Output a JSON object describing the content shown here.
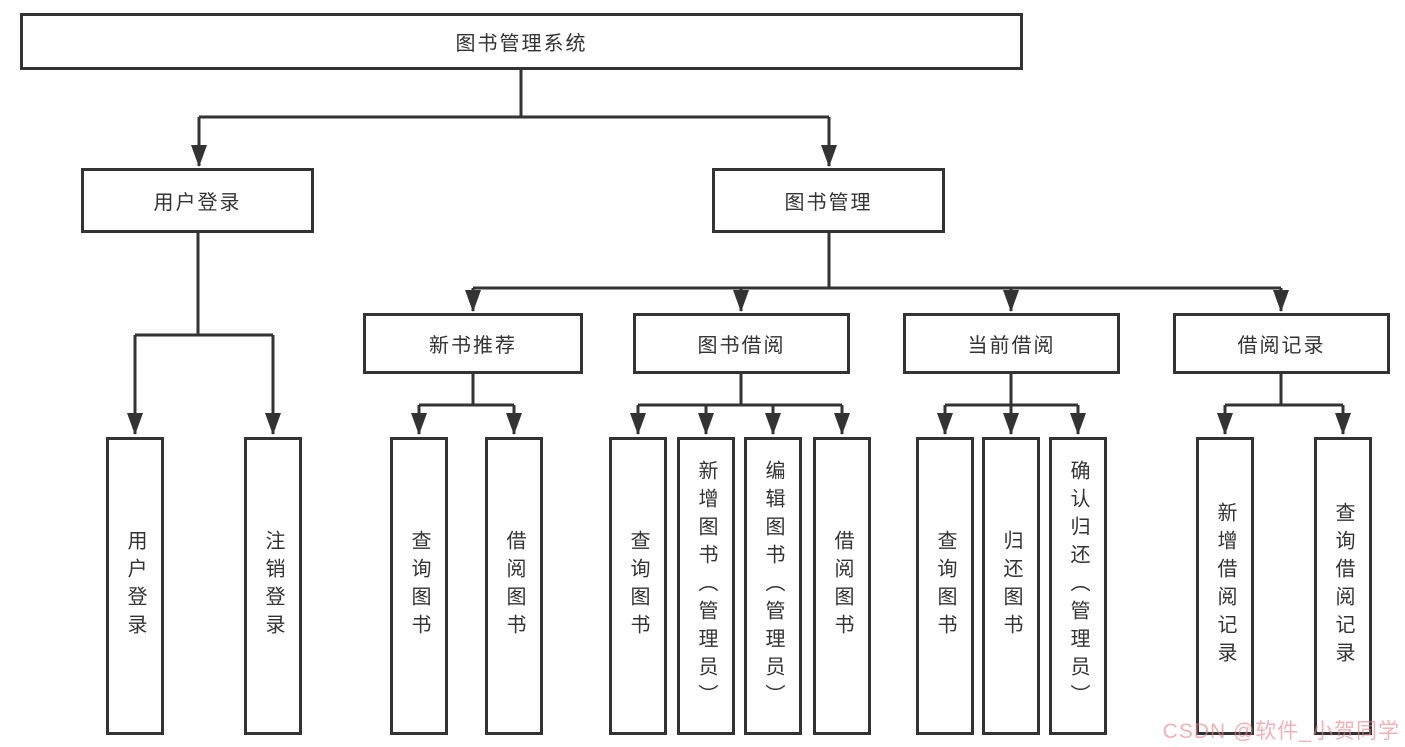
{
  "diagram": {
    "root": {
      "label": "图书管理系统"
    },
    "level2": [
      {
        "label": "用户登录"
      },
      {
        "label": "图书管理"
      }
    ],
    "level3": [
      {
        "label": "新书推荐"
      },
      {
        "label": "图书借阅"
      },
      {
        "label": "当前借阅"
      },
      {
        "label": "借阅记录"
      }
    ],
    "leaves": {
      "user_login": [
        {
          "label": "用户登录"
        },
        {
          "label": "注销登录"
        }
      ],
      "new_book_recommend": [
        {
          "label": "查询图书"
        },
        {
          "label": "借阅图书"
        }
      ],
      "book_borrowing": [
        {
          "label": "查询图书"
        },
        {
          "label": "新增图书（管理员）"
        },
        {
          "label": "编辑图书（管理员）"
        },
        {
          "label": "借阅图书"
        }
      ],
      "current_borrowing": [
        {
          "label": "查询图书"
        },
        {
          "label": "归还图书"
        },
        {
          "label": "确认归还（管理员）"
        }
      ],
      "borrowing_records": [
        {
          "label": "新增借阅记录"
        },
        {
          "label": "查询借阅记录"
        }
      ]
    }
  },
  "watermark": {
    "text": "CSDN @软件_小贺同学",
    "color": "#e9808a"
  },
  "colors": {
    "line": "#333333",
    "text": "#333333",
    "background": "#ffffff"
  }
}
